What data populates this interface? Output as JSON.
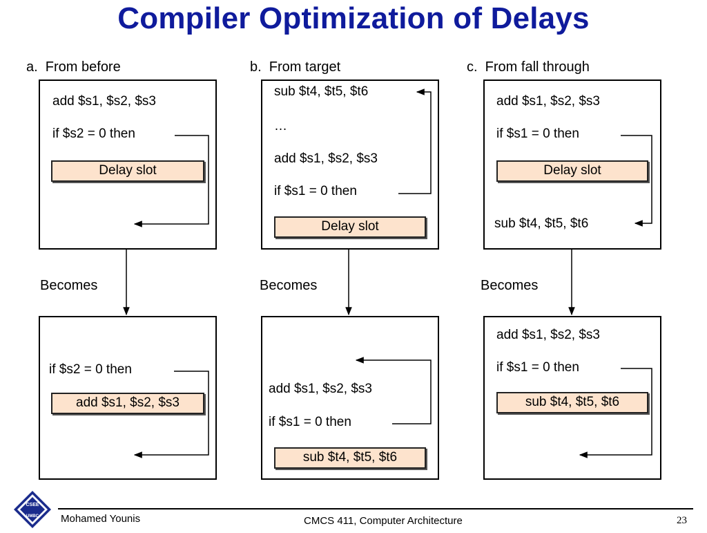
{
  "slide": {
    "title": "Compiler Optimization of Delays",
    "columns": [
      {
        "heading": "a.  From before"
      },
      {
        "heading": "b.  From target"
      },
      {
        "heading": "c.  From fall through"
      }
    ],
    "becomes_label": "Becomes",
    "a_top": {
      "line1": "add $s1, $s2, $s3",
      "line2": "if $s2 = 0 then",
      "slot": "Delay slot"
    },
    "b_top": {
      "line1": "sub $t4, $t5, $t6",
      "line2": "…",
      "line3": "add $s1, $s2, $s3",
      "line4": "if $s1 = 0 then",
      "slot": "Delay slot"
    },
    "c_top": {
      "line1": "add $s1, $s2, $s3",
      "line2": "if $s1 = 0 then",
      "slot": "Delay slot",
      "line3": "sub $t4, $t5, $t6"
    },
    "a_bottom": {
      "line1": "if $s2 = 0 then",
      "slot": "add $s1, $s2, $s3"
    },
    "b_bottom": {
      "line1": "add $s1, $s2, $s3",
      "line2": "if $s1 = 0 then",
      "slot": "sub $t4, $t5, $t6"
    },
    "c_bottom": {
      "line1": "add $s1, $s2, $s3",
      "line2": "if $s1 = 0 then",
      "slot": "sub $t4, $t5, $t6"
    }
  },
  "footer": {
    "author": "Mohamed Younis",
    "course": "CMCS 411, Computer Architecture",
    "page": "23",
    "logo_text_top": "CSEE",
    "logo_text_bottom": "UMBC"
  }
}
